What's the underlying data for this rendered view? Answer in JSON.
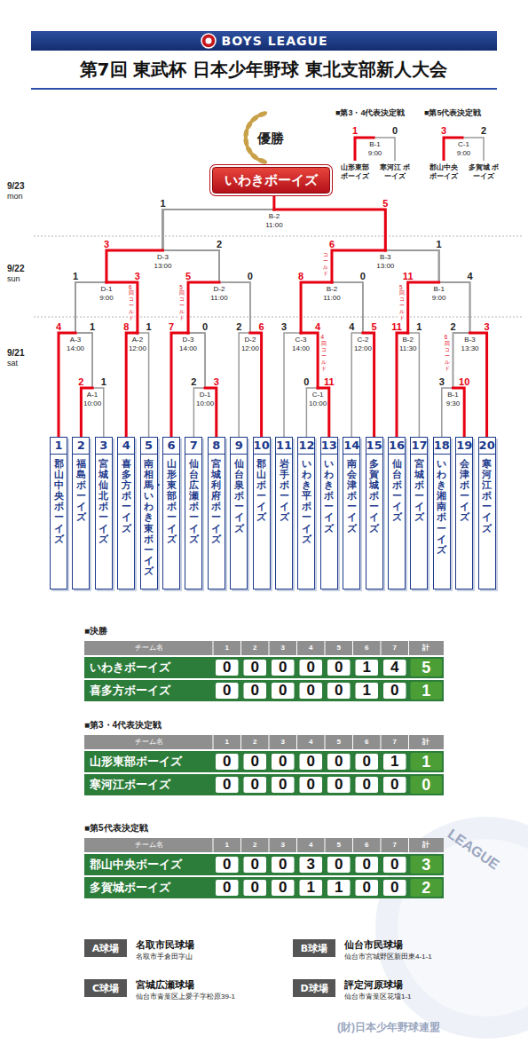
{
  "diagram": {
    "title": "第7回 東武杯 日本少年野球 東北支部新人大会",
    "nodes": [
      {
        "text": [
          "BOYS LEAGUE"
        ]
      },
      {
        "text": [
          "優勝",
          "いわきボーイズ"
        ]
      },
      {
        "text": [
          "1",
          "郡山中央ボーイズ"
        ]
      },
      {
        "text": [
          "2",
          "福島ボーイズ"
        ]
      },
      {
        "text": [
          "3",
          "宮城仙北ボーイズ"
        ]
      },
      {
        "text": [
          "4",
          "喜多方ボーイズ"
        ]
      },
      {
        "text": [
          "5",
          "南相馬・いわき東ボーイズ"
        ]
      },
      {
        "text": [
          "6",
          "山形東部ボーイズ"
        ]
      },
      {
        "text": [
          "7",
          "仙台広瀬ボーイズ"
        ]
      },
      {
        "text": [
          "8",
          "宮城利府ボーイズ"
        ]
      },
      {
        "text": [
          "9",
          "仙台泉ボーイズ"
        ]
      },
      {
        "text": [
          "10",
          "郡山ボーイズ"
        ]
      },
      {
        "text": [
          "11",
          "岩手ボーイズ"
        ]
      },
      {
        "text": [
          "12",
          "いわき平ボーイズ"
        ]
      },
      {
        "text": [
          "13",
          "いわきボーイズ"
        ]
      },
      {
        "text": [
          "14",
          "南会津ボーイズ"
        ]
      },
      {
        "text": [
          "15",
          "多賀城ボーイズ"
        ]
      },
      {
        "text": [
          "16",
          "仙台ボーイズ"
        ]
      },
      {
        "text": [
          "17",
          "宮城ボーイズ"
        ]
      },
      {
        "text": [
          "18",
          "いわき湘南ボーイズ"
        ]
      },
      {
        "text": [
          "19",
          "会津ボーイズ"
        ]
      },
      {
        "text": [
          "20",
          "寒河江ボーイズ"
        ]
      },
      {
        "text": [
          "A球場"
        ]
      },
      {
        "text": [
          "B球場"
        ]
      },
      {
        "text": [
          "C球場"
        ]
      },
      {
        "text": [
          "D球場"
        ]
      }
    ],
    "edges": [
      {
        "from": 2,
        "to": 1,
        "arrow": "none"
      },
      {
        "from": 3,
        "to": 1,
        "arrow": "none"
      },
      {
        "from": 4,
        "to": 1,
        "arrow": "none"
      },
      {
        "from": 5,
        "to": 1,
        "arrow": "none"
      },
      {
        "from": 6,
        "to": 1,
        "arrow": "none"
      },
      {
        "from": 7,
        "to": 1,
        "arrow": "none"
      },
      {
        "from": 8,
        "to": 1,
        "arrow": "none"
      },
      {
        "from": 9,
        "to": 1,
        "arrow": "none"
      },
      {
        "from": 10,
        "to": 1,
        "arrow": "none"
      },
      {
        "from": 11,
        "to": 1,
        "arrow": "none"
      },
      {
        "from": 12,
        "to": 1,
        "arrow": "none"
      },
      {
        "from": 13,
        "to": 1,
        "arrow": "none"
      },
      {
        "from": 14,
        "to": 1,
        "arrow": "none"
      },
      {
        "from": 15,
        "to": 1,
        "arrow": "none"
      },
      {
        "from": 16,
        "to": 1,
        "arrow": "none"
      },
      {
        "from": 17,
        "to": 1,
        "arrow": "none"
      },
      {
        "from": 18,
        "to": 1,
        "arrow": "none"
      },
      {
        "from": 19,
        "to": 1,
        "arrow": "none"
      },
      {
        "from": 20,
        "to": 1,
        "arrow": "none"
      },
      {
        "from": 21,
        "to": 1,
        "arrow": "none"
      }
    ],
    "labels": [
      "■第3・4代表決定戦",
      "■第5代表決定戦",
      "1",
      "0",
      "B-1",
      "9:00",
      "山形東部 ボーイズ",
      "寒河江 ボーイズ",
      "3",
      "2",
      "C-1",
      "9:00",
      "郡山中央 ボーイズ",
      "多賀城 ボーイズ",
      "9/23",
      "mon",
      "9/22",
      "sun",
      "9/21",
      "sat",
      "B-2",
      "11:00",
      "1",
      "5",
      "D-3",
      "13:00",
      "3",
      "2",
      "B-3",
      "13:00",
      "6",
      "1",
      "D-1",
      "9:00",
      "1",
      "3",
      "D-2",
      "11:00",
      "5",
      "0",
      "B-2",
      "11:00",
      "8",
      "0",
      "B-1",
      "9:00",
      "11",
      "4",
      "A-3",
      "14:00",
      "4",
      "1",
      "A-2",
      "12:00",
      "8",
      "1",
      "D-3",
      "14:00",
      "7",
      "0",
      "D-2",
      "12:00",
      "2",
      "6",
      "C-3",
      "14:00",
      "3",
      "4",
      "C-2",
      "12:00",
      "4",
      "5",
      "B-2",
      "11:30",
      "11",
      "1",
      "B-3",
      "13:30",
      "2",
      "3",
      "A-1",
      "10:00",
      "2",
      "1",
      "D-1",
      "10:00",
      "2",
      "3",
      "C-1",
      "10:00",
      "0",
      "11",
      "B-1",
      "9:30",
      "3",
      "10",
      "6回コールド",
      "5回コールド",
      "コールド",
      "4回コールド",
      "5回コールド",
      "6回コールド",
      "■決勝",
      "チーム名",
      "1",
      "2",
      "3",
      "4",
      "5",
      "6",
      "7",
      "計",
      "いわきボーイズ",
      "0",
      "0",
      "0",
      "0",
      "0",
      "1",
      "4",
      "5",
      "喜多方ボーイズ",
      "0",
      "0",
      "0",
      "0",
      "0",
      "1",
      "0",
      "1",
      "■第3・4代表決定戦",
      "チーム名",
      "1",
      "2",
      "3",
      "4",
      "5",
      "6",
      "7",
      "計",
      "山形東部ボーイズ",
      "0",
      "0",
      "0",
      "0",
      "0",
      "0",
      "1",
      "1",
      "寒河江ボーイズ",
      "0",
      "0",
      "0",
      "0",
      "0",
      "0",
      "0",
      "0",
      "■第5代表決定戦",
      "チーム名",
      "1",
      "2",
      "3",
      "4",
      "5",
      "6",
      "7",
      "計",
      "郡山中央ボーイズ",
      "0",
      "0",
      "0",
      "3",
      "0",
      "0",
      "0",
      "3",
      "多賀城ボーイズ",
      "0",
      "0",
      "0",
      "1",
      "1",
      "0",
      "0",
      "2",
      "名取市民球場",
      "名取市手倉田字山",
      "仙台市民球場",
      "仙台市宮城野区新田東4-1-1",
      "宮城広瀬球場",
      "仙台市青葉区上愛子字松原39-1",
      "評定河原球場",
      "仙台市青葉区花壇1-1",
      "LEAGUE",
      "(財)日本少年野球連盟"
    ]
  }
}
